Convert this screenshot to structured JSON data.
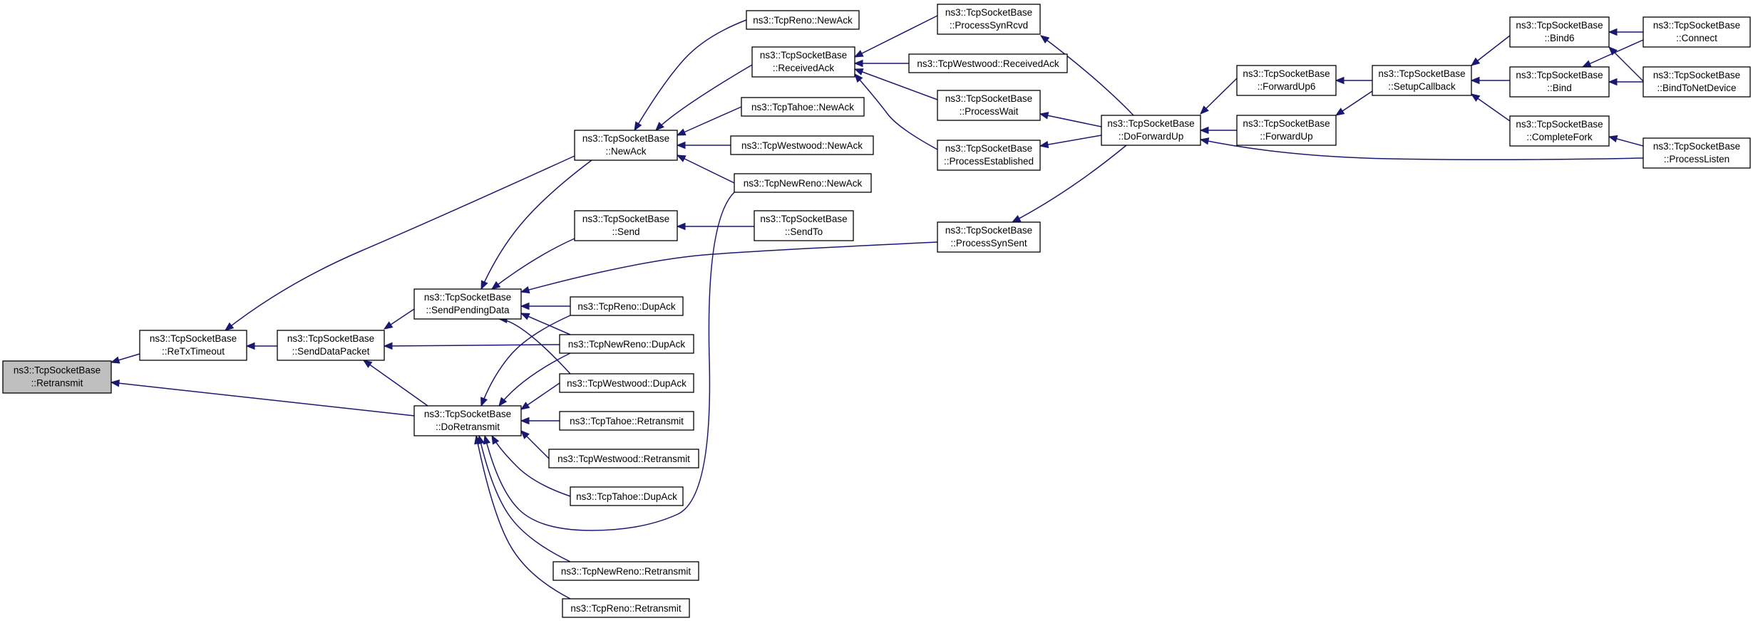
{
  "nodes": {
    "retransmit": {
      "line1": "ns3::TcpSocketBase",
      "line2": "::Retransmit"
    },
    "retx_timeout": {
      "line1": "ns3::TcpSocketBase",
      "line2": "::ReTxTimeout"
    },
    "send_data_packet": {
      "line1": "ns3::TcpSocketBase",
      "line2": "::SendDataPacket"
    },
    "send_pending_data": {
      "line1": "ns3::TcpSocketBase",
      "line2": "::SendPendingData"
    },
    "do_retransmit": {
      "line1": "ns3::TcpSocketBase",
      "line2": "::DoRetransmit"
    },
    "new_ack": {
      "line1": "ns3::TcpSocketBase",
      "line2": "::NewAck"
    },
    "send": {
      "line1": "ns3::TcpSocketBase",
      "line2": "::Send"
    },
    "received_ack": {
      "line1": "ns3::TcpSocketBase",
      "line2": "::ReceivedAck"
    },
    "reno_newack": {
      "line1": "ns3::TcpReno::NewAck"
    },
    "tahoe_newack": {
      "line1": "ns3::TcpTahoe::NewAck"
    },
    "westwood_newack": {
      "line1": "ns3::TcpWestwood::NewAck"
    },
    "newreno_newack": {
      "line1": "ns3::TcpNewReno::NewAck"
    },
    "send_to": {
      "line1": "ns3::TcpSocketBase",
      "line2": "::SendTo"
    },
    "reno_dupack": {
      "line1": "ns3::TcpReno::DupAck"
    },
    "newreno_dupack": {
      "line1": "ns3::TcpNewReno::DupAck"
    },
    "westwood_dupack": {
      "line1": "ns3::TcpWestwood::DupAck"
    },
    "tahoe_retransmit": {
      "line1": "ns3::TcpTahoe::Retransmit"
    },
    "westwood_retransmit": {
      "line1": "ns3::TcpWestwood::Retransmit"
    },
    "tahoe_dupack": {
      "line1": "ns3::TcpTahoe::DupAck"
    },
    "newreno_retransmit": {
      "line1": "ns3::TcpNewReno::Retransmit"
    },
    "reno_retransmit": {
      "line1": "ns3::TcpReno::Retransmit"
    },
    "process_syn_rcvd": {
      "line1": "ns3::TcpSocketBase",
      "line2": "::ProcessSynRcvd"
    },
    "westwood_receivedack": {
      "line1": "ns3::TcpWestwood::ReceivedAck"
    },
    "process_wait": {
      "line1": "ns3::TcpSocketBase",
      "line2": "::ProcessWait"
    },
    "process_established": {
      "line1": "ns3::TcpSocketBase",
      "line2": "::ProcessEstablished"
    },
    "process_syn_sent": {
      "line1": "ns3::TcpSocketBase",
      "line2": "::ProcessSynSent"
    },
    "do_forward_up": {
      "line1": "ns3::TcpSocketBase",
      "line2": "::DoForwardUp"
    },
    "forward_up6": {
      "line1": "ns3::TcpSocketBase",
      "line2": "::ForwardUp6"
    },
    "forward_up": {
      "line1": "ns3::TcpSocketBase",
      "line2": "::ForwardUp"
    },
    "setup_callback": {
      "line1": "ns3::TcpSocketBase",
      "line2": "::SetupCallback"
    },
    "bind6": {
      "line1": "ns3::TcpSocketBase",
      "line2": "::Bind6"
    },
    "bind": {
      "line1": "ns3::TcpSocketBase",
      "line2": "::Bind"
    },
    "complete_fork": {
      "line1": "ns3::TcpSocketBase",
      "line2": "::CompleteFork"
    },
    "connect": {
      "line1": "ns3::TcpSocketBase",
      "line2": "::Connect"
    },
    "bind_to_net_device": {
      "line1": "ns3::TcpSocketBase",
      "line2": "::BindToNetDevice"
    },
    "process_listen": {
      "line1": "ns3::TcpSocketBase",
      "line2": "::ProcessListen"
    }
  },
  "colors": {
    "edge": "#191970",
    "highlight_fill": "#bfbfbf",
    "node_border": "#000000"
  }
}
